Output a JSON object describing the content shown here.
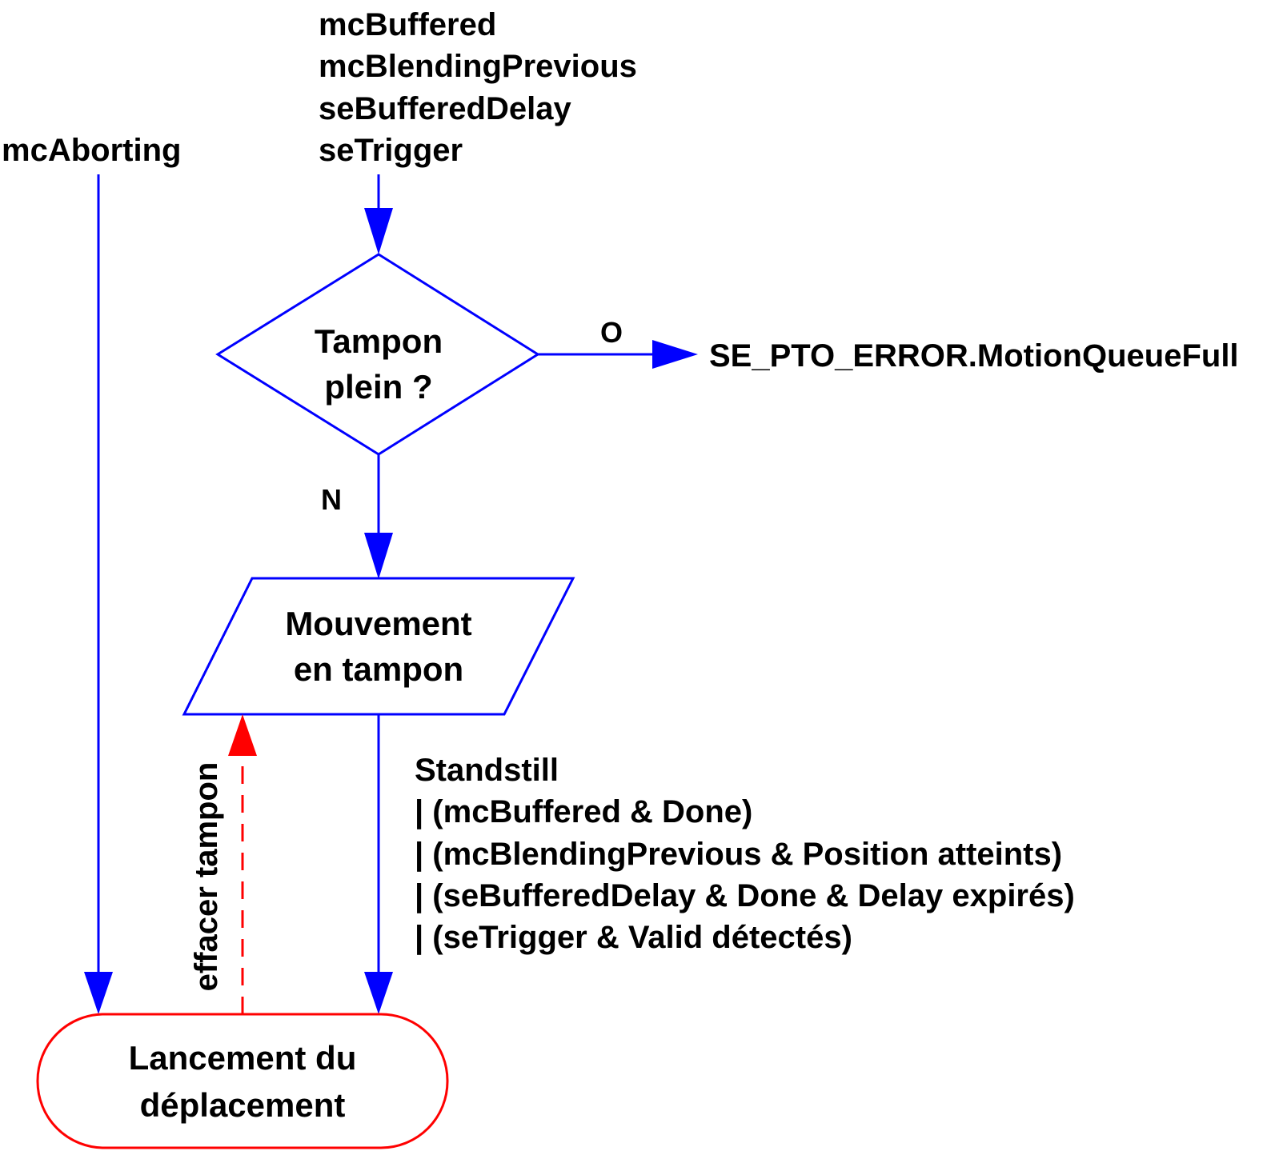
{
  "diagram": {
    "inputs_buffered": [
      "mcBuffered",
      "mcBlendingPrevious",
      "seBufferedDelay",
      "seTrigger"
    ],
    "input_aborting": "mcAborting",
    "decision": {
      "line1": "Tampon",
      "line2": "plein ?",
      "yes_label": "O",
      "no_label": "N",
      "yes_target": "SE_PTO_ERROR.MotionQueueFull"
    },
    "buffered_move": {
      "line1": "Mouvement",
      "line2": "en tampon"
    },
    "transition_condition": [
      "Standstill",
      "| (mcBuffered & Done)",
      "| (mcBlendingPrevious & Position atteints)",
      "| (seBufferedDelay & Done & Delay expirés)",
      "| (seTrigger & Valid détectés)"
    ],
    "clear_buffer_label": "effacer tampon",
    "start_move": {
      "line1": "Lancement du",
      "line2": "déplacement"
    },
    "colors": {
      "flow": "#0000ff",
      "clear": "#ff0000",
      "text": "#000000"
    }
  }
}
